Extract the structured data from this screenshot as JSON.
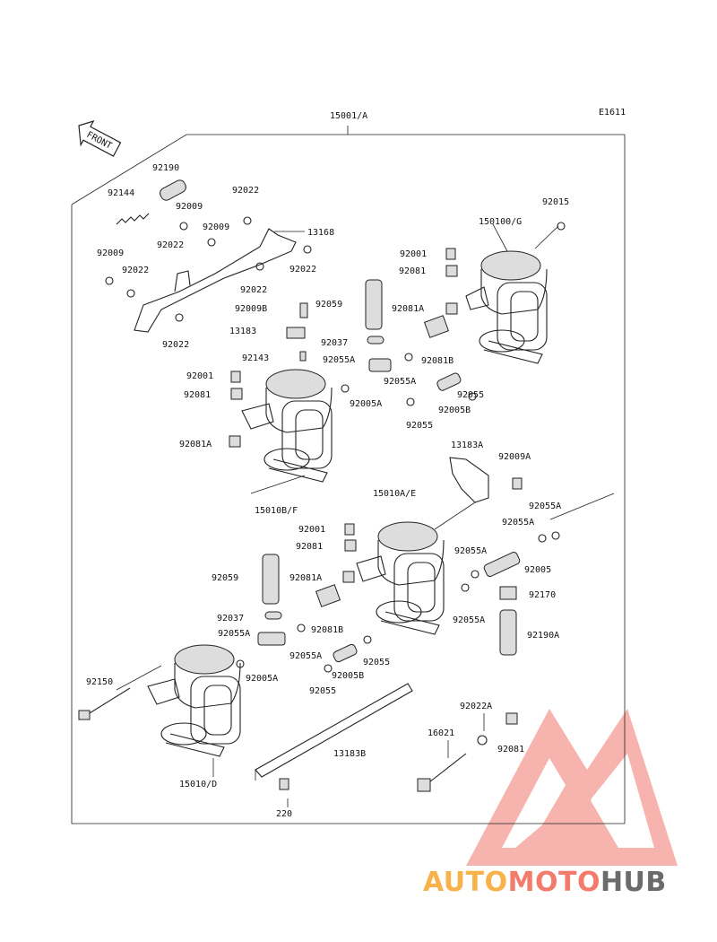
{
  "diagram": {
    "drawing_code": "E1611",
    "front_label": "FRONT",
    "assembly_label": "15001/A",
    "labels": [
      "92190",
      "92144",
      "92009",
      "92022",
      "92009",
      "92022",
      "13168",
      "92022",
      "92009",
      "92022",
      "92022",
      "92022",
      "92009B",
      "13183",
      "92143",
      "92059",
      "92037",
      "92055A",
      "92001",
      "92081",
      "92081A",
      "92005A",
      "92055A",
      "92055",
      "92081B",
      "92005B",
      "92055",
      "150100/G",
      "92015",
      "92001",
      "92081",
      "92081A",
      "15010B/F",
      "13183A",
      "92009A",
      "15010A/E",
      "92055A",
      "92055A",
      "92001",
      "92081",
      "92055A",
      "92005",
      "92059",
      "92081A",
      "92170",
      "92037",
      "92081B",
      "92055A",
      "92190A",
      "92055A",
      "92005A",
      "92055A",
      "92005B",
      "92055",
      "92055",
      "92150",
      "92022A",
      "16021",
      "92081",
      "13183B",
      "15010/D",
      "220"
    ]
  },
  "brand": {
    "parts": [
      {
        "text": "AUTO",
        "color": "#f7b24a"
      },
      {
        "text": "MOTO",
        "color": "#f37b6b"
      },
      {
        "text": "HUB",
        "color": "#6b6b6b"
      }
    ],
    "logo_colors": {
      "main": "#f6a7a0",
      "dark": "#e86b5f"
    }
  }
}
